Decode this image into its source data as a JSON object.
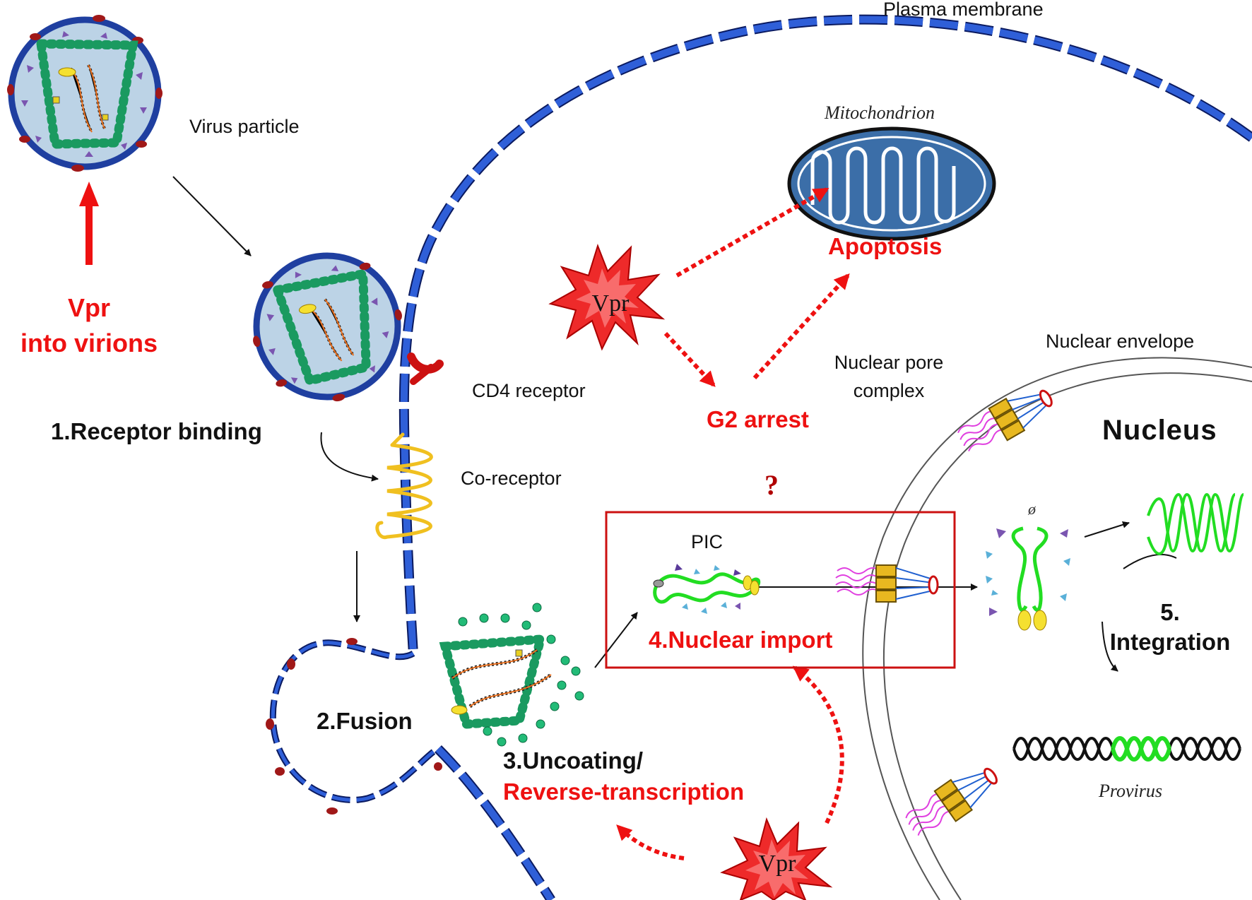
{
  "labels": {
    "plasma_membrane": "Plasma membrane",
    "virus_particle": "Virus particle",
    "vpr_into_line1": "Vpr",
    "vpr_into_line2": "into virions",
    "receptor_binding": "1.Receptor binding",
    "cd4_receptor": "CD4 receptor",
    "co_receptor": "Co-receptor",
    "fusion": "2.Fusion",
    "uncoating": "3.Uncoating/",
    "reverse_transcription": "Reverse-transcription",
    "pic": "PIC",
    "nuclear_import": "4.Nuclear import",
    "question_mark": "?",
    "vpr_top": "Vpr",
    "vpr_bottom": "Vpr",
    "mitochondrion": "Mitochondrion",
    "apoptosis": "Apoptosis",
    "g2_arrest": "G2 arrest",
    "nuclear_pore_line1": "Nuclear pore",
    "nuclear_pore_line2": "complex",
    "nuclear_envelope": "Nuclear envelope",
    "nucleus": "Nucleus",
    "integration_line1": "5.",
    "integration_line2": "Integration",
    "provirus": "Provirus"
  },
  "colors": {
    "membrane": "#1f4fc8",
    "membrane_dark": "#0a1a60",
    "highlight_red": "#ee1111",
    "dna_green": "#22dd22",
    "capsid_green": "#22bb77",
    "coreceptor_yellow": "#f0c020",
    "pore_yellow": "#e8b820",
    "cd4_red": "#cc1111",
    "spike_maroon": "#a01818",
    "mitochondrion_blue": "#3b6ea8"
  },
  "icons": [
    "virus-particle-icon",
    "virus-binding-icon",
    "cd4-receptor-icon",
    "co-receptor-icon",
    "capsid-icon",
    "pic-icon",
    "vpr-star-icon",
    "mitochondrion-icon",
    "nuclear-pore-icon",
    "viral-dna-icon",
    "provirus-icon"
  ]
}
